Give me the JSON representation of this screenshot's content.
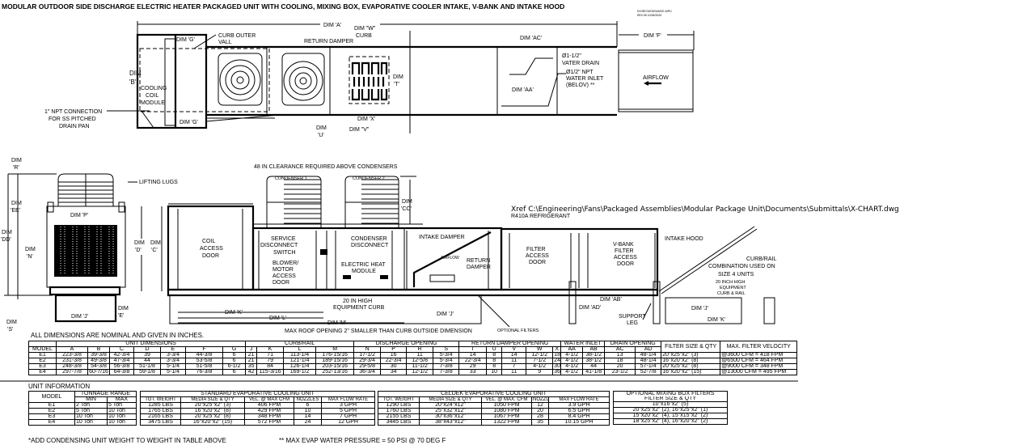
{
  "title": "MODULAR OUTDOOR SIDE DISCHARGE ELECTRIC HEATER PACKAGED UNIT WITH COOLING, MIXING BOX, EVAPORATIVE COOLER INTAKE, V-BANK AND INTAKE HOOD",
  "ref_stamp": [
    "DV/SECMODSAMCE-MPU",
    "REV.05  10/06/2020"
  ],
  "plan_view": {
    "dim_a": "DIM 'A'",
    "dim_b": [
      "DIM",
      "'B'"
    ],
    "dim_g_top": "DIM 'G'",
    "dim_g_bottom": "DIM 'G'",
    "curb_outer_wall": [
      "CURB OUTER",
      "VALL"
    ],
    "cooling_coil": [
      "COOLING",
      "COIL",
      "MODULE"
    ],
    "npt_connection": [
      "1\" NPT CONNECTION",
      "FOR SS PITCHED",
      "DRAIN PAN"
    ],
    "return_damper": "RETURN DAMPER",
    "dim_w": "DIM \"W\"",
    "curb": "CURB",
    "dim_t": [
      "DIM",
      "'T'"
    ],
    "dim_x": "DIM 'X'",
    "dim_v": "DIM \"V\"",
    "dim_u": [
      "DIM",
      "'U'"
    ],
    "dim_ac": "DIM 'AC'",
    "dim_aa": "DIM 'AA'",
    "dim_f": "DIM 'F'",
    "water_drain": [
      "Ø1-1/2\"",
      "VATER DRAIN"
    ],
    "water_inlet": [
      "Ø1/2\" NPT",
      "WATER INLET",
      "(BELOV) **"
    ],
    "airflow": "AIRFLOW"
  },
  "end_view": {
    "dim_r": [
      "DIM",
      "'R'"
    ],
    "dim_ee": [
      "DIM",
      "'EE'"
    ],
    "dim_dd": [
      "DIM",
      "'DD'"
    ],
    "dim_n": [
      "DIM",
      "'N'"
    ],
    "dim_p": "DIM 'P'",
    "dim_d": [
      "DIM",
      "'D'"
    ],
    "dim_j": "DIM 'J'",
    "dim_e": [
      "DIM",
      "'E'"
    ],
    "dim_s": [
      "DIM",
      "'S'"
    ],
    "lifting_lugs": "LIFTING LUGS"
  },
  "side_view": {
    "clearance": "48 IN CLEARANCE REQUIRED ABOVE CONDENSERS",
    "condenser_1": "CONDENSER 1",
    "condenser_2": "CONDENSER 2",
    "dim_cc": [
      "DIM",
      "'CC'"
    ],
    "dim_c": [
      "DIM",
      "'C'"
    ],
    "coil_access": [
      "COIL",
      "ACCESS",
      "DOOR"
    ],
    "service_disconnect": [
      "SERVICE",
      "DISCONNECT",
      "SWITCH"
    ],
    "blower_door": [
      "BLOWER/",
      "MOTOR",
      "ACCESS",
      "DOOR"
    ],
    "condenser_disconnect": [
      "CONDENSER",
      "DISCONNECT"
    ],
    "electric_heat": [
      "ELECTRIC HEAT",
      "MODULE"
    ],
    "intake_damper": "INTAKE DAMPER",
    "airflow": "AIRFLOW",
    "return_damper": [
      "RETURN",
      "DAMPER"
    ],
    "filter_door": [
      "FILTER",
      "ACCESS",
      "DOOR"
    ],
    "vbank_door": [
      "V-BANK",
      "FILTER",
      "ACCESS",
      "DOOR"
    ],
    "intake_hood": "INTAKE HOOD",
    "curb_rail_combo": [
      "CURB/RAIL",
      "COMBINATION USED ON",
      "SIZE 4 UNITS"
    ],
    "curb_rail_20": [
      "20 INCH HIGH",
      "EQUIPMENT",
      "CURB & RAIL"
    ],
    "equipment_curb": [
      "20 IN HIGH",
      "EQUIPMENT CURB"
    ],
    "dim_k": "DIM 'K'",
    "dim_l": "DIM 'L'",
    "dim_m": "DIM 'M'",
    "dim_j": "DIM 'J'",
    "dim_ab": "DIM 'AB'",
    "dim_ad": "DIM 'AD'",
    "support_leg": [
      "SUPPORT",
      "LEG"
    ],
    "dim_j2": "DIM 'J'",
    "dim_k2": "DIM 'K'",
    "max_roof": "MAX ROOF OPENING 2\" SMALLER THAN CURB OUTSIDE DIMENSION",
    "optional_filters": "OPTIONAL FILTERS",
    "xref": "Xref C:\\Engineering\\Fans\\Packaged Assemblies\\Modular Package Unit\\Documents\\Submittals\\X-CHART.dwg",
    "refrigerant": "R410A REFRIGERANT"
  },
  "dimensions_note": "ALL DIMENSIONS ARE NOMINAL AND GIVEN IN INCHES.",
  "dim_table": {
    "groups": [
      "UNIT DIMENSIONS",
      "CURB/RAIL",
      "DISCHARGE OPENING",
      "RETURN DAMPER OPENING",
      "WATER INLET",
      "DRAIN OPENING",
      "FILTER SIZE & QTY",
      "MAX. FILTER VELOCITY"
    ],
    "columns": [
      "MODEL",
      "A",
      "B",
      "C",
      "D",
      "E",
      "F",
      "G",
      "J",
      "K",
      "L",
      "M",
      "N",
      "P",
      "R",
      "S",
      "T",
      "U",
      "V",
      "W",
      "X",
      "AA",
      "AB",
      "AC",
      "AD"
    ],
    "rows": [
      [
        "E1",
        "223-3/8",
        "39-3/8",
        "42-3/4",
        "39",
        "3-3/4",
        "44-3/8",
        "6",
        "21",
        "71",
        "113-1/4",
        "176-15/16",
        "17-1/2",
        "16",
        "11",
        "5-3/4",
        "14",
        "8",
        "14",
        "12-1/2",
        "18",
        "4-1/2",
        "38-1/2",
        "13",
        "48-1/4",
        "20\"x25\"x2\" (3)",
        "@3600 CFM = 418 FPM"
      ],
      [
        "E2",
        "231-3/8",
        "49-3/8",
        "47-3/4",
        "44",
        "3-3/4",
        "53-5/8",
        "6",
        "21",
        "79",
        "121-1/4",
        "189-15/16",
        "29-3/4",
        "22-3/4",
        "12-5/8",
        "5-3/4",
        "22-3/4",
        "8",
        "11",
        "7-1/2",
        "24",
        "4-1/2",
        "38-1/2",
        "18",
        "48-1/4",
        "16\"x20\"x2\" (8)",
        "@6500 CFM = 464 FPM"
      ],
      [
        "E3",
        "248-3/8",
        "54-3/8",
        "56-3/8",
        "51-1/8",
        "5-1/4",
        "51-5/8",
        "6-1/2",
        "35",
        "84",
        "126-1/4",
        "203-15/16",
        "29-5/8",
        "30",
        "11-1/2",
        "7-3/8",
        "29",
        "8",
        "7",
        "4-1/2",
        "30",
        "4-1/2",
        "44",
        "20",
        "57-1/4",
        "20\"x25\"x2\" (8)",
        "@9000 CFM = 348 FPM"
      ],
      [
        "E4",
        "297-7/8",
        "60-7/16",
        "64-3/8",
        "59-1/8",
        "5-1/4",
        "76-3/8",
        "6",
        "42",
        "115-3/16",
        "169-1/2",
        "252-13/16",
        "36-3/4",
        "34",
        "12-1/2",
        "7-3/8",
        "33",
        "10",
        "11",
        "9",
        "36",
        "4-1/2",
        "41-1/8",
        "23-1/2",
        "52-7/8",
        "16\"x20\"x2\" (15)",
        "@13000 CFM = 495 FPM"
      ]
    ]
  },
  "unit_info_label": "UNIT INFORMATION",
  "unit_info": {
    "headers": [
      "MODEL",
      "TONNAGE RANGE",
      "MIN",
      "MAX"
    ],
    "rows": [
      [
        "E1",
        "2 Ton",
        "5 Ton"
      ],
      [
        "E2",
        "5 Ton",
        "10 Ton"
      ],
      [
        "E3",
        "10 Ton",
        "10 Ton"
      ],
      [
        "E4",
        "10 Ton",
        "10 Ton"
      ]
    ]
  },
  "standard_evap": {
    "title": "STANDARD EVAPORATIVE COOLING UNIT",
    "columns": [
      "TOT. WEIGHT",
      "MEDIA SIZE & QTY",
      "VEL. @ MAX CFM",
      "NOZZLES",
      "MAX FLOW RATE"
    ],
    "rows": [
      [
        "1285 LBS",
        "20\"x25\"x2\" (3)",
        "406 FPM",
        "6",
        "3 GPH"
      ],
      [
        "1765 LBS",
        "16\"x20\"x2\" (8)",
        "429 FPM",
        "10",
        "5 GPH"
      ],
      [
        "2165 LBS",
        "20\"x25\"x2\" (8)",
        "348 FPM",
        "14",
        "7 GPH"
      ],
      [
        "3475 LBS",
        "16\"x20\"x2\" (15)",
        "572 FPM",
        "24",
        "12 GPH"
      ]
    ]
  },
  "celdek_evap": {
    "title": "CELDEK EVAPORATIVE COOLING UNIT",
    "columns": [
      "TOT. WEIGHT",
      "MEDIA SIZE & QTY",
      "VEL. @ MAX. CFM",
      "NOZZLES",
      "MAX FLOW RATE"
    ],
    "rows": [
      [
        "1290 LBS",
        "20\"x24\"x12\"",
        "1050 FPM",
        "12",
        "3.9 GPH"
      ],
      [
        "1760 LBS",
        "25\"x32\"x12\"",
        "1080 FPM",
        "20",
        "6.5 GPH"
      ],
      [
        "2155 LBS",
        "30\"x36\"x12\"",
        "1067 FPM",
        "28",
        "8.4 GPH"
      ],
      [
        "3445 LBS",
        "38\"x43\"x12\"",
        "1322 FPM",
        "35",
        "10.15 GPH"
      ]
    ]
  },
  "mixing_filters": {
    "title": [
      "OPTIONAL MIXING BOX FILTERS",
      "FILTER SIZE & QTY"
    ],
    "rows": [
      "10\"x16\"x2\" (5)",
      "20\"x25\"x2\" (2), 16\"x25\"x2\" (1)",
      "15\"x20\"x2\" (4), 15\"x15\"x2\" (2)",
      "18\"x25\"x2\" (4), 16\"x20\"x2\" (2)"
    ]
  },
  "footnotes": [
    "*ADD CONDENSING UNIT WEIGHT TO WEIGHT IN TABLE ABOVE",
    "** MAX EVAP WATER PRESSURE = 50 PSI @ 70 DEG F"
  ]
}
